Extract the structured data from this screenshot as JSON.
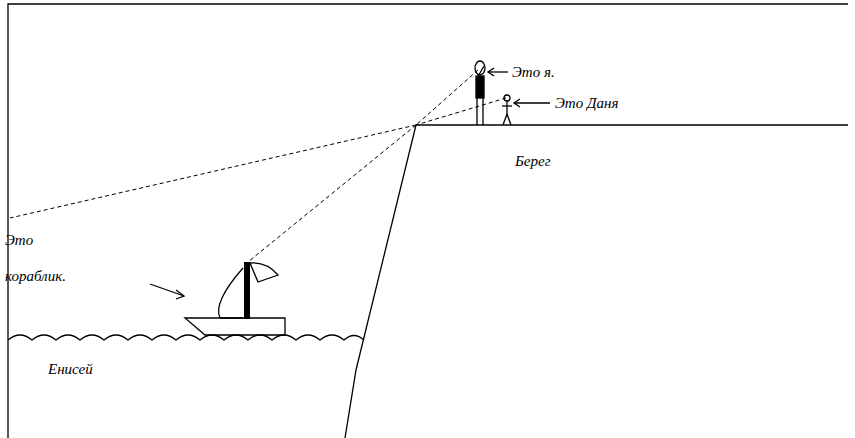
{
  "diagram": {
    "labels": [
      "Это я.",
      "Это Даня",
      "Берег",
      "Это кораблик.",
      "Енисей"
    ]
  }
}
